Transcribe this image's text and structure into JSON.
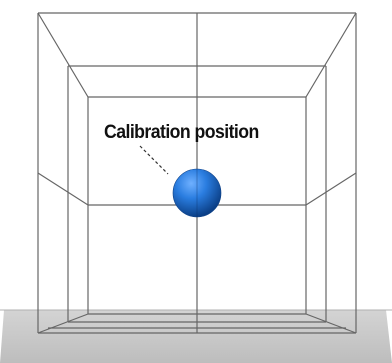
{
  "annotation": {
    "text": "Calibration position"
  },
  "colors": {
    "frame_lines": "#666666",
    "floor": "#c8c8c8",
    "sphere": "#1f6fd1",
    "sphere_highlight": "#6fb0ff",
    "sphere_shadow": "#0b3f86",
    "label": "#111111"
  },
  "objects": {
    "sphere": "calibration-sphere",
    "box": "wireframe-box",
    "floor": "floor-plane"
  }
}
